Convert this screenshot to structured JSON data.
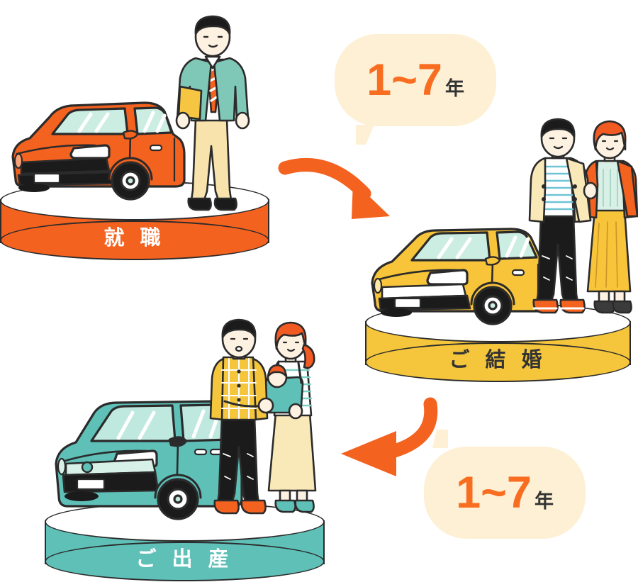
{
  "page": {
    "title": "Car purchase life-stage timeline",
    "background": "#ffffff"
  },
  "palette": {
    "orange": "#f4621f",
    "orange_bright": "#f96d20",
    "yellow": "#f5c63c",
    "teal": "#5fc0b8",
    "cream_bubble": "#fdf0d5",
    "ink": "#2b2b2b",
    "white": "#ffffff",
    "dark_text": "#333333",
    "mint_glass": "#cceee2",
    "skin": "#fdf2e2",
    "hair": "#1b1b1b",
    "hair_red": "#f15a22"
  },
  "stages": [
    {
      "id": "stage-employment",
      "label": "就 職",
      "label_color": "#ffffff",
      "podium_color": "#f4621f",
      "podium_shade": "#e05417",
      "car_color": "#f4621f",
      "car_shade": "#d9501a",
      "car_type": "compact-suv",
      "glass_color": "#cceee2",
      "figure": "businessman"
    },
    {
      "id": "stage-marriage",
      "label": "ご 結 婚",
      "label_color": "#333333",
      "podium_color": "#f5c63c",
      "podium_shade": "#e8b62c",
      "car_color": "#f8c43a",
      "car_shade": "#e4ad22",
      "car_type": "hatchback",
      "glass_color": "#cceee2",
      "figure": "married-couple"
    },
    {
      "id": "stage-childbirth",
      "label": "ご 出 産",
      "label_color": "#ffffff",
      "podium_color": "#5fc0b8",
      "podium_shade": "#4fada6",
      "car_color": "#5fc0b8",
      "car_shade": "#45a49c",
      "car_type": "minivan",
      "glass_color": "#bfe8de",
      "figure": "family-with-baby"
    }
  ],
  "bubbles": [
    {
      "id": "bubble-top",
      "number": "1~7",
      "unit": "年",
      "number_color": "#f96d20",
      "unit_color": "#333333",
      "background": "#fdf0d5"
    },
    {
      "id": "bubble-bottom",
      "number": "1~7",
      "unit": "年",
      "number_color": "#f96d20",
      "unit_color": "#333333",
      "background": "#fdf0d5"
    }
  ],
  "arrows": [
    {
      "id": "arrow-employment-to-marriage",
      "color": "#f4621f",
      "direction": "down-right"
    },
    {
      "id": "arrow-marriage-to-childbirth",
      "color": "#f4621f",
      "direction": "down-left"
    }
  ]
}
